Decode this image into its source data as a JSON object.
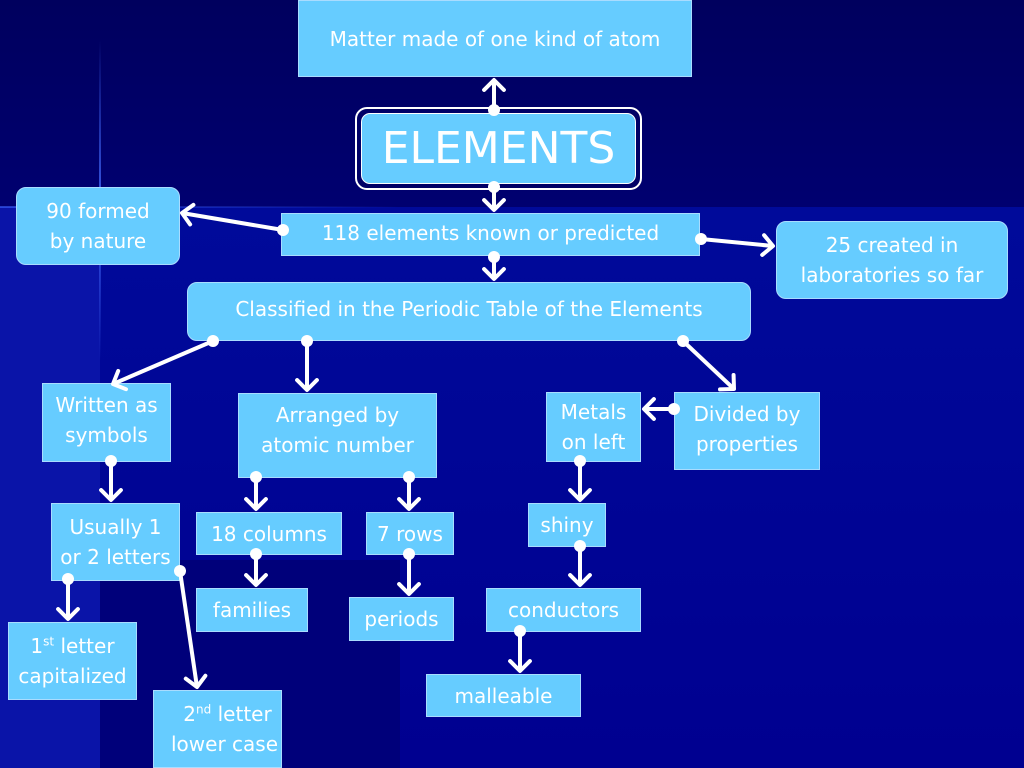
{
  "diagram": {
    "title": "ELEMENTS",
    "colors": {
      "node_fill": "#66ccff",
      "text": "#ffffff",
      "connector": "#ffffff",
      "background": "#000066",
      "background_lower": "#000099"
    },
    "nodes": {
      "matter": "Matter made of one kind of atom",
      "elements": "ELEMENTS",
      "known": "118 elements known or predicted",
      "nature_l1": "90 formed",
      "nature_l2": "by nature",
      "lab_l1": "25 created in",
      "lab_l2": "laboratories so far",
      "classified": "Classified in the Periodic Table of the Elements",
      "symbols_l1": "Written as",
      "symbols_l2": "symbols",
      "arranged_l1": "Arranged by",
      "arranged_l2": "atomic number",
      "metals_l1": "Metals",
      "metals_l2": "on left",
      "divided_l1": "Divided by",
      "divided_l2": "properties",
      "letters_l1": "Usually 1",
      "letters_l2": "or 2 letters",
      "columns": "18 columns",
      "rows": "7 rows",
      "shiny": "shiny",
      "families": "families",
      "periods": "periods",
      "conductors": "conductors",
      "first_num": "1",
      "first_sup": "st",
      "first_l1_rest": " letter",
      "first_l2": "capitalized",
      "second_num": "2",
      "second_sup": "nd",
      "second_l1_rest": " letter",
      "second_l2": "lower case",
      "malleable": "malleable"
    },
    "edges": [
      [
        "elements",
        "matter"
      ],
      [
        "elements",
        "known"
      ],
      [
        "known",
        "nature"
      ],
      [
        "known",
        "lab"
      ],
      [
        "known",
        "classified"
      ],
      [
        "classified",
        "symbols"
      ],
      [
        "classified",
        "arranged"
      ],
      [
        "classified",
        "divided"
      ],
      [
        "divided",
        "metals"
      ],
      [
        "symbols",
        "letters"
      ],
      [
        "letters",
        "first"
      ],
      [
        "letters",
        "second"
      ],
      [
        "arranged",
        "columns"
      ],
      [
        "arranged",
        "rows"
      ],
      [
        "columns",
        "families"
      ],
      [
        "rows",
        "periods"
      ],
      [
        "metals",
        "shiny"
      ],
      [
        "shiny",
        "conductors"
      ],
      [
        "conductors",
        "malleable"
      ]
    ]
  }
}
